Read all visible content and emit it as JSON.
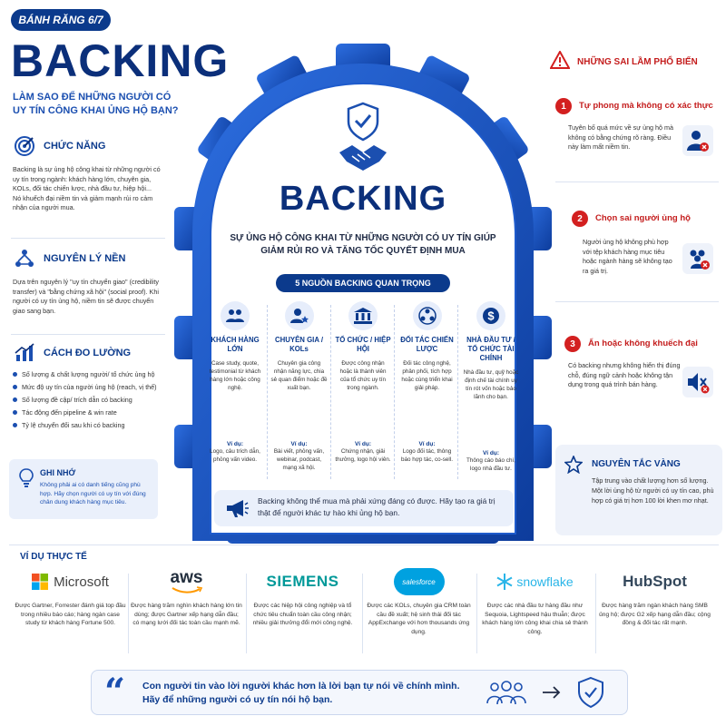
{
  "header": {
    "badge": "BÁNH RĂNG 6/7",
    "title": "BACKING",
    "subtitle": "LÀM SAO ĐỂ NHỮNG NGƯỜI CÓ UY TÍN CÔNG KHAI ỦNG HỘ BẠN?"
  },
  "left": {
    "function": {
      "title": "CHỨC NĂNG",
      "text1": "Backing là sự ủng hộ công khai từ những người có uy tín trong ngành: khách hàng lớn, chuyên gia, KOLs, đối tác chiến lược, nhà đầu tư, hiệp hội...",
      "text2": "Nó khuếch đại niềm tin và giảm mạnh rủi ro cảm nhận của người mua."
    },
    "principle": {
      "title": "NGUYÊN LÝ NỀN",
      "text": "Dựa trên nguyên lý \"uy tín chuyển giao\" (credibility transfer) và \"bằng chứng xã hội\" (social proof). Khi người có uy tín ủng hộ, niềm tin sẽ được chuyển giao sang bạn."
    },
    "measure": {
      "title": "CÁCH ĐO LƯỜNG",
      "items": [
        "Số lượng & chất lượng người/ tổ chức ủng hộ",
        "Mức độ uy tín của người ủng hộ (reach, vị thế)",
        "Số lượng đề cập/ trích dẫn có backing",
        "Tác động đến pipeline & win rate",
        "Tỷ lệ chuyển đổi sau khi có backing"
      ]
    },
    "note": {
      "title": "GHI NHỚ",
      "text": "Không phải ai có danh tiếng cũng phù hợp. Hãy chọn người có uy tín với đúng chân dung khách hàng mục tiêu."
    }
  },
  "center": {
    "title": "BACKING",
    "description": "SỰ ỦNG HỘ CÔNG KHAI TỪ NHỮNG NGƯỜI CÓ UY TÍN GIÚP GIẢM RỦI RO VÀ TĂNG TỐC QUYẾT ĐỊNH MUA",
    "sources_label": "5 NGUỒN BACKING QUAN TRỌNG",
    "example_label": "Ví dụ:",
    "sources": [
      {
        "title": "KHÁCH HÀNG LỚN",
        "desc": "Case study, quote, testimonial từ khách hàng lớn hoặc công nghệ.",
        "example": "Logo, câu trích dẫn, phỏng vấn video.",
        "icon": "people-icon"
      },
      {
        "title": "CHUYÊN GIA / KOLs",
        "desc": "Chuyên gia công nhận năng lực, chia sẻ quan điểm hoặc đề xuất bạn.",
        "example": "Bài viết, phỏng vấn, webinar, podcast, mạng xã hội.",
        "icon": "expert-star-icon"
      },
      {
        "title": "TỔ CHỨC / HIỆP HỘI",
        "desc": "Được công nhận hoặc là thành viên của tổ chức uy tín trong ngành.",
        "example": "Chứng nhận, giải thưởng, logo hội viên.",
        "icon": "institution-icon"
      },
      {
        "title": "ĐỐI TÁC CHIẾN LƯỢC",
        "desc": "Đối tác công nghệ, phân phối, tích hợp hoặc cùng triển khai giải pháp.",
        "example": "Logo đối tác, thông báo hợp tác, co-sell.",
        "icon": "partner-network-icon"
      },
      {
        "title": "NHÀ ĐẦU TƯ / TỔ CHỨC TÀI CHÍNH",
        "desc": "Nhà đầu tư, quỹ hoặc định chế tài chính uy tín rót vốn hoặc bảo lãnh cho bạn.",
        "example": "Thông cáo báo chí, logo nhà đầu tư.",
        "icon": "dollar-icon"
      }
    ],
    "banner": "Backing không thể mua mà phải xứng đáng có được. Hãy tạo ra giá trị thật để người khác tự hào khi ủng hộ bạn."
  },
  "right": {
    "mistakes_title": "NHỮNG SAI LẦM PHỔ BIẾN",
    "mistakes": [
      {
        "num": "1",
        "title": "Tự phong mà không có xác thực",
        "desc": "Tuyên bố quá mức về sự ủng hộ mà không có bằng chứng rõ ràng. Điều này làm mất niềm tin."
      },
      {
        "num": "2",
        "title": "Chọn sai người ủng hộ",
        "desc": "Người ủng hộ không phù hợp với tệp khách hàng mục tiêu hoặc ngành hàng sẽ không tạo ra giá trị."
      },
      {
        "num": "3",
        "title": "Ẩn hoặc không khuếch đại",
        "desc": "Có backing nhưng không hiển thị đúng chỗ, đúng ngữ cảnh hoặc không tận dụng trong quá trình bán hàng."
      }
    ],
    "golden": {
      "title": "NGUYÊN TẮC VÀNG",
      "text": "Tập trung vào chất lượng hơn số lượng. Một lời ủng hộ từ người có uy tín cao, phù hợp có giá trị hơn 100 lời khen mơ nhạt."
    }
  },
  "examples": {
    "title": "VÍ DỤ THỰC TẾ",
    "items": [
      {
        "brand": "Microsoft",
        "desc": "Được Gartner, Forrester đánh giá top đầu trong nhiều báo cáo; hàng ngàn case study từ khách hàng Fortune 500."
      },
      {
        "brand": "aws",
        "desc": "Được hàng trăm nghìn khách hàng lớn tin dùng; được Gartner xếp hạng dẫn đầu; có mạng lưới đối tác toàn cầu mạnh mẽ."
      },
      {
        "brand": "SIEMENS",
        "desc": "Được các hiệp hội công nghiệp và tổ chức tiêu chuẩn toàn cầu công nhận; nhiều giải thưởng đổi mới công nghệ."
      },
      {
        "brand": "salesforce",
        "desc": "Được các KOLs, chuyên gia CRM toàn cầu đề xuất; hệ sinh thái đối tác AppExchange với hơn thousands ứng dụng."
      },
      {
        "brand": "snowflake",
        "desc": "Được các nhà đầu tư hàng đầu như Sequoia, Lightspeed hậu thuẫn; được khách hàng lớn công khai chia sẻ thành công."
      },
      {
        "brand": "HubSpot",
        "desc": "Được hàng trăm ngàn khách hàng SMB ủng hộ; được G2 xếp hạng dẫn đầu; cộng đồng & đối tác rất mạnh."
      }
    ]
  },
  "quote": {
    "text": "Con người tin vào lời người khác hơn là lời bạn tự nói về chính mình. Hãy để những người có uy tín nói hộ bạn."
  },
  "colors": {
    "navy": "#0b2f7a",
    "blue": "#1b4fb0",
    "red": "#d32020",
    "light": "#eaf0fb"
  }
}
